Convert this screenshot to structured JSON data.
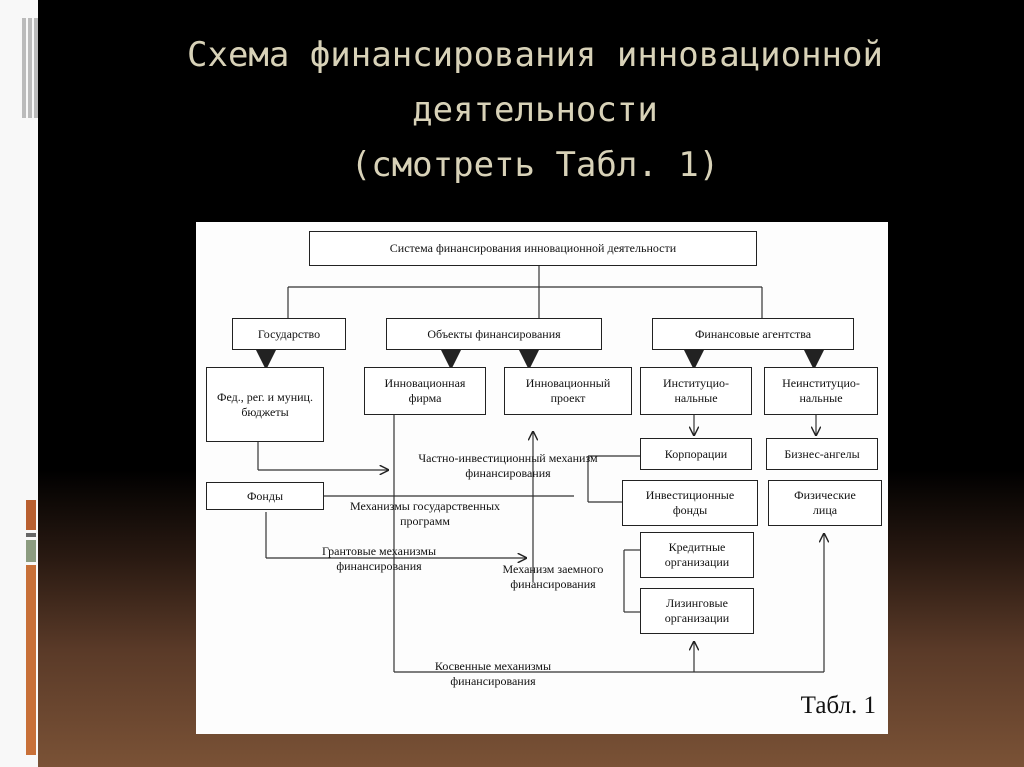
{
  "slide": {
    "title_lines": [
      "Схема финансирования инновационной",
      "деятельности",
      "(смотреть Табл. 1)"
    ]
  },
  "diagram": {
    "top_box": "Система финансирования инновационной деятельности",
    "level1": [
      "Государство",
      "Объекты финансирования",
      "Финансовые агентства"
    ],
    "state_budget": "Фед., рег. и муниц. бюджеты",
    "innov_firm": "Инновационная фирма",
    "innov_project": "Инновационный проект",
    "institutional": "Институцио-нальные",
    "noninstitutional": "Неинституцио-нальные",
    "corporations": "Корпорации",
    "business_angels": "Бизнес-ангелы",
    "funds": "Фонды",
    "invest_funds": "Инвестиционные фонды",
    "individuals": "Физические лица",
    "credit_orgs": "Кредитные организации",
    "leasing_orgs": "Лизинговые организации",
    "mech_private": "Частно-инвестиционный механизм финансирования",
    "mech_state": "Механизмы государственных программ",
    "mech_grant": "Грантовые механизмы финансирования",
    "mech_loan": "Механизм заемного финансирования",
    "mech_indirect": "Косвенные механизмы финансирования",
    "table_ref": "Табл. 1"
  }
}
